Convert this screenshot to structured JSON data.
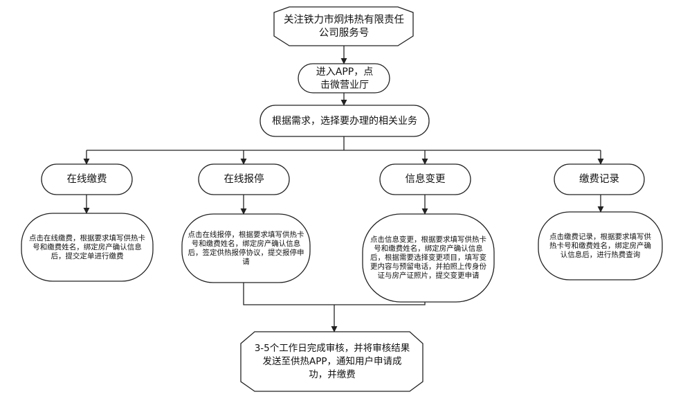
{
  "start": "关注铁力市炯炜热有限责任公司服务号",
  "step1": "进入APP，点击微营业厅",
  "step2": "根据需求，选择要办理的相关业务",
  "services": [
    {
      "label": "在线缴费",
      "desc": "点击在线缴费，根据要求填写供热卡号和缴费姓名，绑定房产确认信息后，提交定单进行缴费"
    },
    {
      "label": "在线报停",
      "desc": "点击在线报停，根据要求填写供热卡号和缴费姓名，绑定房产确认信息后，签定供热报停协议，提交报停申请"
    },
    {
      "label": "信息变更",
      "desc": "点击信息变更，根据要求填写供热卡号和缴费姓名，绑定房产确认信息后，根据需要选择变更项目，填写变更内容与预留电话，并拍照上传身份证与房产证照片，提交变更申请"
    },
    {
      "label": "缴费记录",
      "desc": "点击缴费记录，根据要求填写供热卡号和缴费姓名，绑定房产确认信息后，进行热费查询"
    }
  ],
  "end": "3-5个工作日完成审核，并将审核结果发送至供热APP，通知用户申请成功，并缴费",
  "colors": {
    "stroke": "#222222",
    "fill": "#ffffff",
    "text": "#111111"
  }
}
